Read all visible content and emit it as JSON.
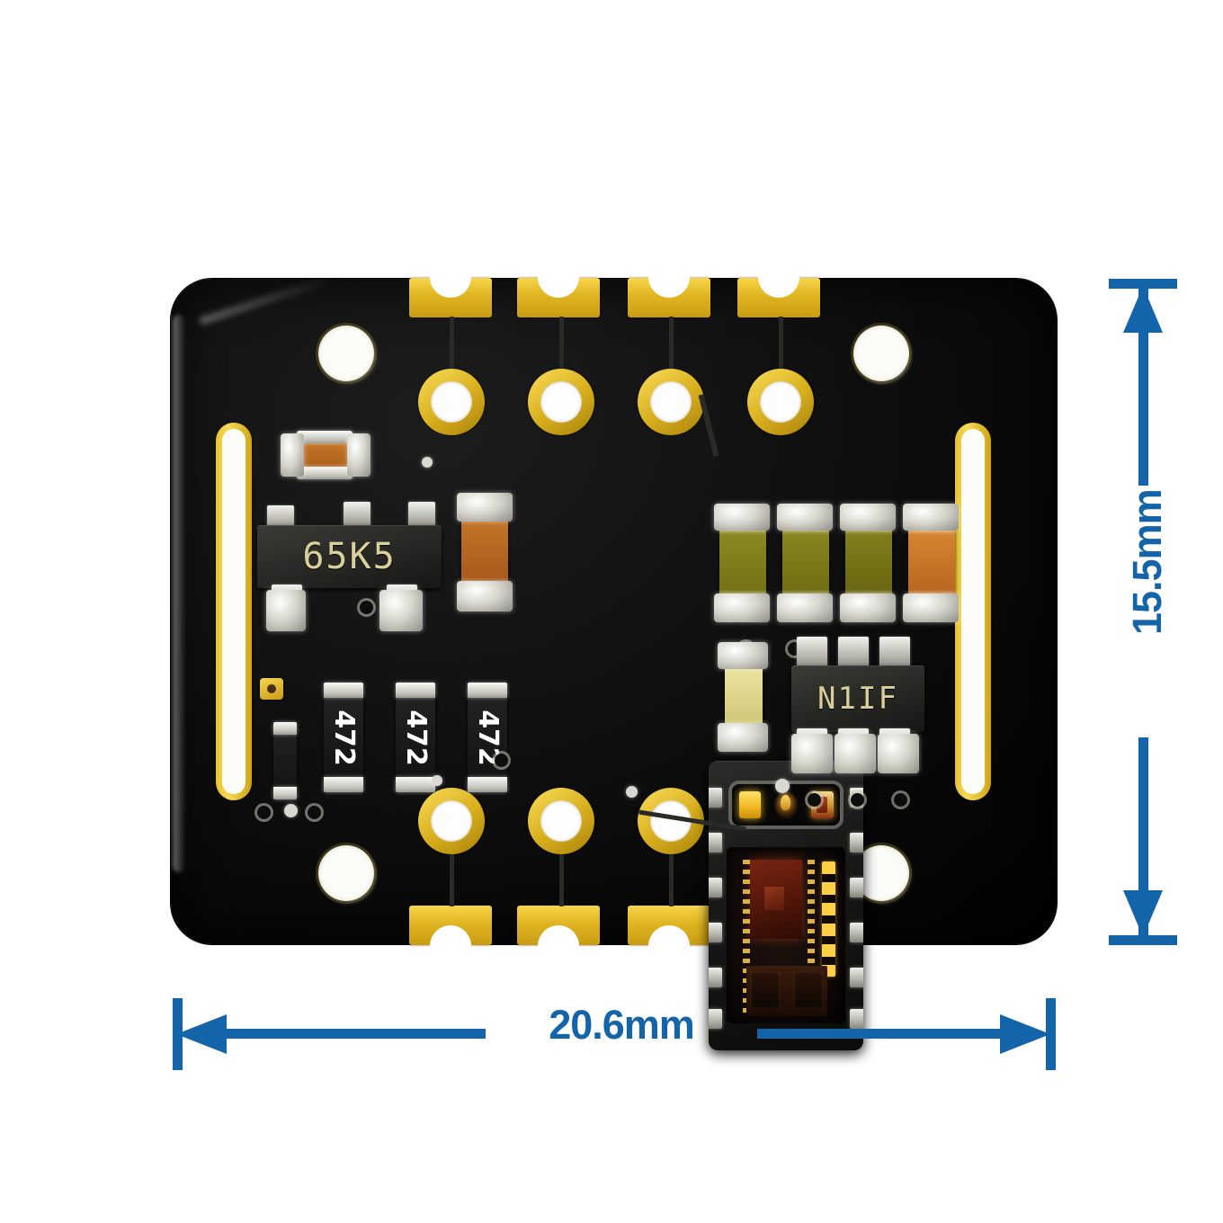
{
  "figure": {
    "type": "product-dimension-photo",
    "subject": "MAX30102 heart-rate / pulse-oximeter sensor breakout PCB",
    "background_color": "#FFFFFF"
  },
  "annotations": {
    "accent_color": "#1364A8",
    "width": {
      "label": "20.6mm",
      "orientation": "horizontal",
      "arrow_style": "double-headed-split-by-label"
    },
    "height": {
      "label": "15.5mm",
      "orientation": "vertical-rotated",
      "arrow_style": "double-headed-split-by-label"
    }
  },
  "board": {
    "name": "pcb-board",
    "solder_mask_color": "#0B0B0B",
    "plating_color": "#E0B522",
    "corner_style": "rounded",
    "edge_pads": {
      "top_count": 4,
      "bottom_count": 4,
      "style": "castellated-half-moon"
    },
    "through_holes": {
      "top_row_count": 4,
      "bottom_row_count": 4,
      "style": "gold-ring-plated"
    },
    "drill_holes": {
      "count": 4,
      "style": "unplated",
      "positions": [
        "top-left",
        "top-right",
        "bottom-left",
        "bottom-right"
      ]
    },
    "mounting_slots": {
      "count": 2,
      "sides": [
        "left",
        "right"
      ],
      "style": "gold-plated-oval-slot"
    }
  },
  "components": [
    {
      "id": "u1",
      "name": "voltage-regulator-ic",
      "marking": "65K5",
      "package": "SOT-23-5",
      "location": "left"
    },
    {
      "id": "u2",
      "name": "level-shifter-ic",
      "marking": "N1IF",
      "package": "SOT-23-6",
      "location": "right"
    },
    {
      "id": "u3",
      "name": "optical-sensor",
      "marking": "",
      "package": "OLGA-14",
      "location": "center",
      "features": [
        "red-led",
        "ir-led",
        "photodiode",
        "visible-die"
      ]
    },
    {
      "id": "r1",
      "name": "chip-resistor",
      "marking": "472",
      "value": "4.7k"
    },
    {
      "id": "r2",
      "name": "chip-resistor",
      "marking": "472",
      "value": "4.7k"
    },
    {
      "id": "r3",
      "name": "chip-resistor",
      "marking": "472",
      "value": "4.7k"
    },
    {
      "id": "c1",
      "name": "ceramic-capacitor",
      "body_color": "#B5631F"
    },
    {
      "id": "c2",
      "name": "ceramic-capacitor",
      "body_color": "#C06A22"
    },
    {
      "id": "c3",
      "name": "ceramic-capacitor",
      "body_color": "#8C8A1E"
    },
    {
      "id": "c4",
      "name": "ceramic-capacitor",
      "body_color": "#8A881C"
    },
    {
      "id": "c5",
      "name": "ceramic-capacitor",
      "body_color": "#7E7C18"
    },
    {
      "id": "c6",
      "name": "ceramic-capacitor",
      "body_color": "#D07C25"
    },
    {
      "id": "c7",
      "name": "ceramic-capacitor",
      "body_color": "#DCD48A"
    }
  ]
}
